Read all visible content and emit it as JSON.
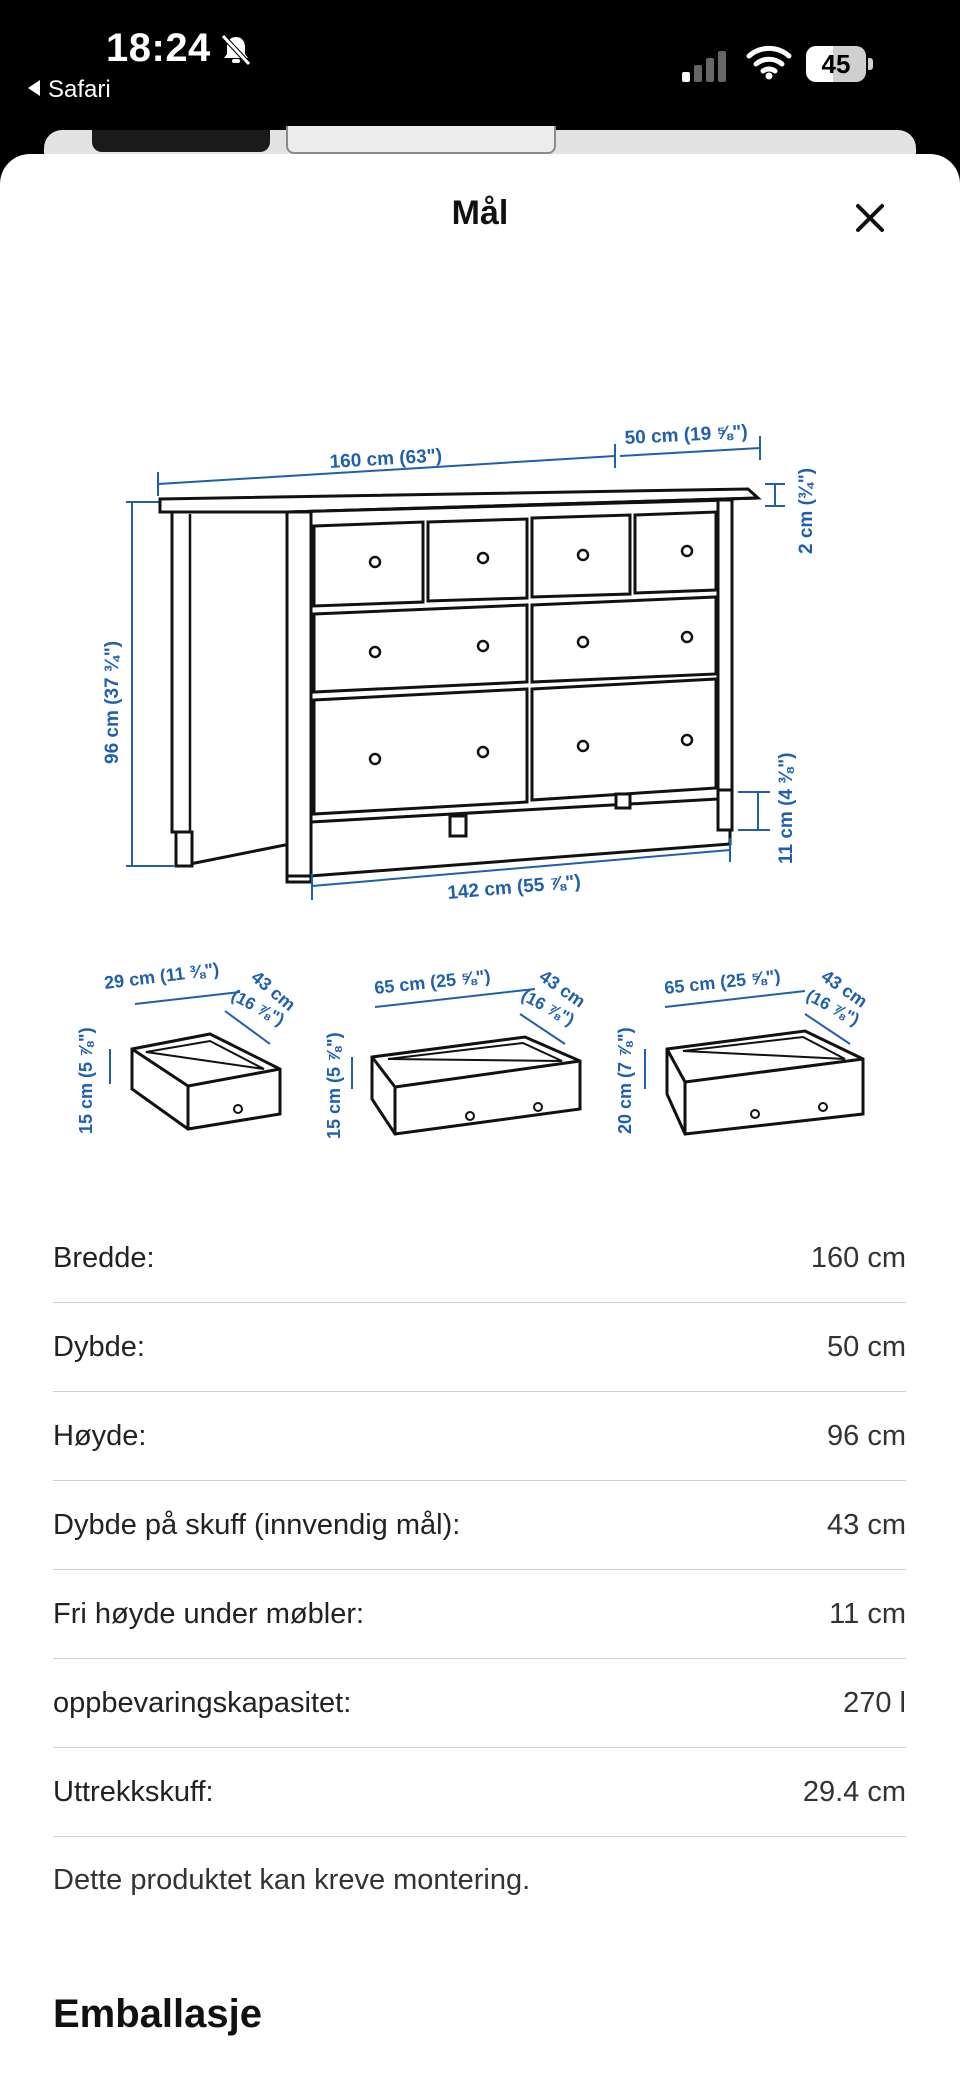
{
  "status_bar": {
    "time": "18:24",
    "back_label": "Safari",
    "battery_percent": 45,
    "battery_label": "45",
    "icons": [
      "bell-slash-icon",
      "cellular-signal-icon",
      "wifi-icon",
      "battery-icon"
    ]
  },
  "sheet": {
    "title": "Mål",
    "close_icon": "close-icon"
  },
  "diagram": {
    "width": "160 cm (63\")",
    "depth": "50 cm (19 ⅝\")",
    "top_thickness": "2 cm (¾\")",
    "height": "96 cm (37 ¾\")",
    "leg_clearance": "11 cm (4 ⅜\")",
    "inner_width": "142 cm (55 ⅞\")",
    "drawers": [
      {
        "width": "29 cm (11 ⅜\")",
        "depth_value": "43 cm",
        "depth_inches": "(16 ⅞\")",
        "height": "15 cm (5 ⅞\")"
      },
      {
        "width": "65 cm (25 ⅝\")",
        "depth_value": "43 cm",
        "depth_inches": "(16 ⅞\")",
        "height": "15 cm (5 ⅞\")"
      },
      {
        "width": "65 cm (25 ⅝\")",
        "depth_value": "43 cm",
        "depth_inches": "(16 ⅞\")",
        "height": "20 cm (7 ⅞\")"
      }
    ]
  },
  "dimensions": [
    {
      "label": "Bredde:",
      "value": "160 cm"
    },
    {
      "label": "Dybde:",
      "value": "50 cm"
    },
    {
      "label": "Høyde:",
      "value": "96 cm"
    },
    {
      "label": "Dybde på skuff (innvendig mål):",
      "value": "43 cm"
    },
    {
      "label": "Fri høyde under møbler:",
      "value": "11 cm"
    },
    {
      "label": "oppbevaringskapasitet:",
      "value": "270 l"
    },
    {
      "label": "Uttrekkskuff:",
      "value": "29.4 cm"
    }
  ],
  "assembly_note": "Dette produktet kan kreve montering.",
  "packaging_heading": "Emballasje",
  "colors": {
    "diagram_blue": "#1f5fae",
    "text": "#111111",
    "divider": "#d0d0d0"
  }
}
